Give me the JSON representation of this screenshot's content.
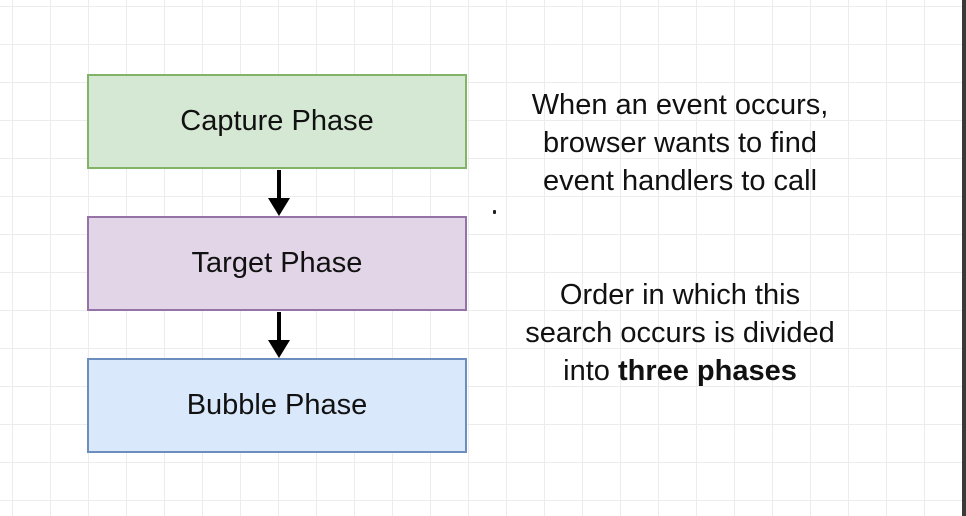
{
  "diagram": {
    "phases": [
      {
        "label": "Capture Phase",
        "fill": "#d5e8d4",
        "border": "#82b366"
      },
      {
        "label": "Target Phase",
        "fill": "#e1d5e7",
        "border": "#9673a6"
      },
      {
        "label": "Bubble Phase",
        "fill": "#dae8fc",
        "border": "#6c8ebf"
      }
    ],
    "arrow_color": "#000000"
  },
  "notes": {
    "paragraph_1": "When an event occurs, browser wants to find event handlers to call",
    "paragraph_2_text": "Order in which this search occurs is divided into",
    "paragraph_2_bold": "three phases"
  },
  "grid": {
    "line_color": "#ececec",
    "background": "#ffffff"
  }
}
